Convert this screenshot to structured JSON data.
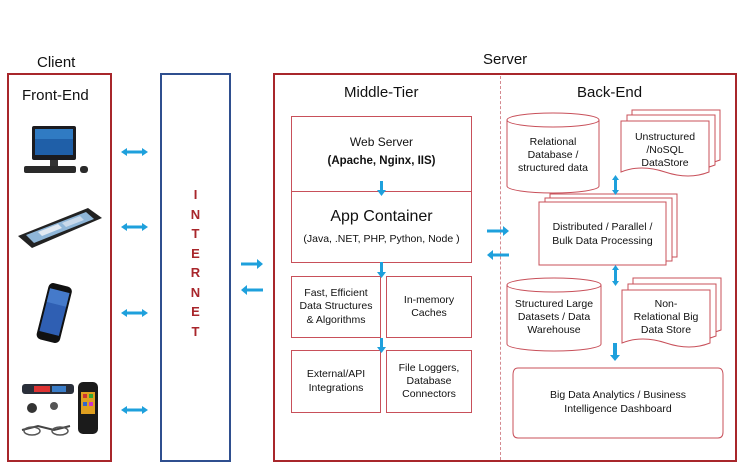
{
  "client": {
    "header": "Client",
    "frontend_title": "Front-End"
  },
  "internet": {
    "letters": [
      "I",
      "N",
      "T",
      "E",
      "R",
      "N",
      "E",
      "T"
    ]
  },
  "server": {
    "header": "Server"
  },
  "middle": {
    "title": "Middle-Tier",
    "web_server": {
      "line1": "Web Server",
      "line2": "(Apache, Nginx, IIS)"
    },
    "app_container": {
      "title": "App Container",
      "sub": "Java, .NET, PHP, Python, Node"
    },
    "boxes": {
      "algorithms": "Fast, Efficient\nData Structures\n& Algorithms",
      "caches": "In-memory\nCaches",
      "external": "External/API\nIntegrations",
      "loggers": "File Loggers,\nDatabase\nConnectors"
    }
  },
  "backend": {
    "title": "Back-End",
    "relational": "Relational\nDatabase /\nstructured data",
    "nosql": "Unstructured\n/NoSQL\nDataStore",
    "distributed": "Distributed / Parallel /\nBulk Data Processing",
    "warehouse": "Structured Large\nDatasets / Data\nWarehouse",
    "bigstore": "Non-\nRelational Big\nData Store",
    "analytics": "Big Data Analytics / Business\nIntelligence Dashboard"
  },
  "colors": {
    "red": "#a8262b",
    "pink": "#c8505a",
    "blue": "#2f4f8f",
    "arrow": "#1ea0dc",
    "internet_text": "#a8262b"
  },
  "icons": [
    "desktop-computer-icon",
    "tablet-icon",
    "smartphone-icon",
    "wearables-icon"
  ]
}
